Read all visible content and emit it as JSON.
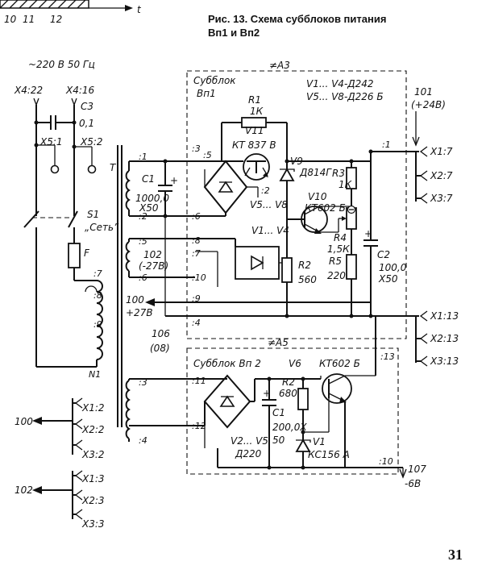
{
  "header": {
    "timeline_ticks": [
      "10",
      "11",
      "12"
    ],
    "time_axis_label": "t"
  },
  "caption": {
    "line1": "Рис. 13. Схема    субблоков    питания",
    "line2": "Вп1 и Вп2"
  },
  "mains": {
    "voltage_label": "~220 В  50 Гц",
    "connector_left": "X4:22",
    "connector_right": "X4:16",
    "cap_name": "C3",
    "cap_value": "0,1",
    "x5_left": "X5:1",
    "x5_right": "X5:2",
    "switch_name": "S1",
    "switch_label": "„Сеть”",
    "fuse": "F"
  },
  "transformer": {
    "name": "T",
    "pins": [
      ":1",
      ":2",
      ":5",
      ":6",
      ":7",
      ":8",
      ":9",
      ":3",
      ":4"
    ],
    "n1": "N1",
    "winding_label": "102",
    "winding_voltage": "(-27В)"
  },
  "sub1": {
    "block_ref": "≠A3",
    "title": "Субблок",
    "title2": "Вп1",
    "parts_line1": "V1... V4-Д242",
    "parts_line2": "V5... V8-Д226 Б",
    "r1_name": "R1",
    "r1_value": "1К",
    "v11_name": "V11",
    "v11_part": "КТ 837 В",
    "v9_name": "V9",
    "v9_part": "Д814Г",
    "r3_name": "R3",
    "r3_value": "1К",
    "v10_name": "V10",
    "v10_part": "КТ602 Б",
    "r4_name": "R4",
    "r4_value": "1,5К",
    "r2_name": "R2",
    "r2_value": "560",
    "r5_name": "R5",
    "r5_value": "220",
    "c1_name": "C1",
    "c1_value": "1000,0",
    "c1_volt": "Х50",
    "c2_name": "C2",
    "c2_value": "100,0",
    "c2_volt": "Х50",
    "bridge_top": "V5... V8",
    "bridge_bottom": "V1... V4",
    "pins": [
      ":3",
      ":5",
      ":2",
      ":6",
      ":8",
      ":7",
      ":10",
      ":9",
      ":4",
      ":1"
    ],
    "out_label": "101",
    "out_voltage": "(+24В)",
    "plus27_label": "100",
    "plus27_voltage": "+27В",
    "common_label": "106",
    "common_sub": "(08)"
  },
  "sub2": {
    "block_ref": "≠A5",
    "title": "Субблок Вп 2",
    "v6_name": "V6",
    "v6_part": "КТ602 Б",
    "r2_name": "R2",
    "r2_value": "680",
    "c1_name": "C1",
    "c1_value": "200,0Х",
    "c1_volt": "50",
    "bridge": "V2... V5",
    "bridge_part": "Д220",
    "v1_name": "V1",
    "v1_part": "КС156 А",
    "pins": [
      ":11",
      ":12",
      ":13",
      ":10"
    ],
    "out_label": "107",
    "out_voltage": "-6В"
  },
  "connectors": {
    "x_7": [
      "X1:7",
      "X2:7",
      "X3:7"
    ],
    "x_13": [
      "X1:13",
      "X2:13",
      "X3:13"
    ],
    "x_2": [
      "X1:2",
      "X2:2",
      "X3:2"
    ],
    "x_3": [
      "X1:3",
      "X2:3",
      "X3:3"
    ]
  },
  "left_outputs": {
    "out100": "100",
    "out102": "102"
  },
  "page_number": "31"
}
